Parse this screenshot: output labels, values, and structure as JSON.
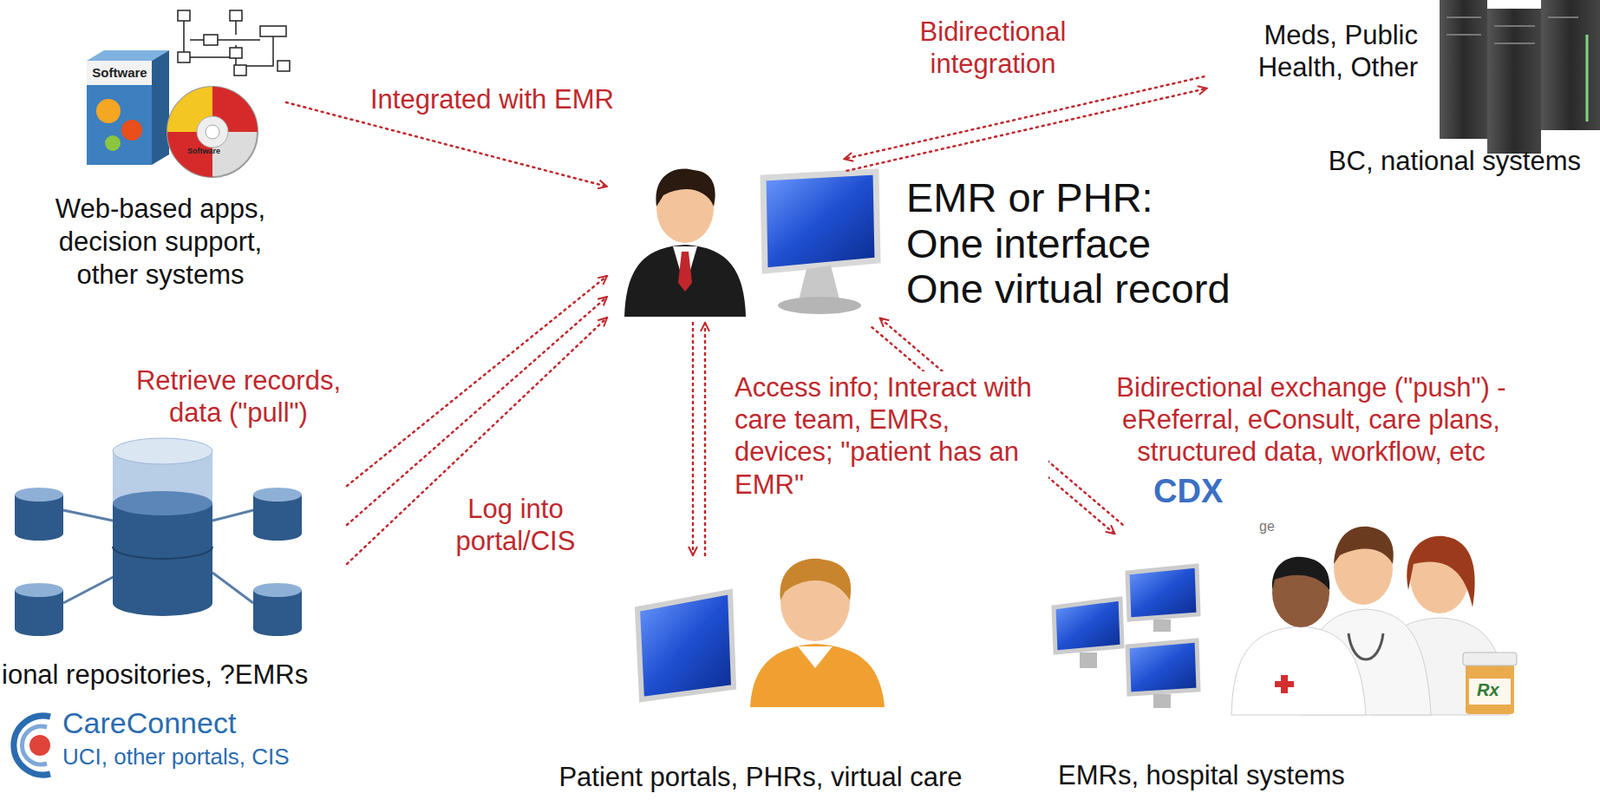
{
  "diagram": {
    "nodes": [
      {
        "text": [
          "Web-based apps, decision support, other systems"
        ]
      },
      {
        "text": [
          "EMR or PHR:",
          "One interface",
          "One virtual record"
        ]
      },
      {
        "text": [
          "Meds, Public Health, Other",
          "BC, national systems"
        ]
      },
      {
        "text": [
          "ional repositories, ?EMRs",
          "CareConnect",
          "UCI, other portals, CIS"
        ]
      },
      {
        "text": [
          "Patient portals, PHRs, virtual care"
        ]
      },
      {
        "text": [
          "EMRs, hospital systems"
        ]
      }
    ],
    "edges": [
      {
        "from": 0,
        "to": 1,
        "arrow": "to",
        "label": "Integrated with EMR"
      },
      {
        "from": 2,
        "to": 1,
        "arrow": "both",
        "label": "Bidirectional integration"
      },
      {
        "from": 3,
        "to": 1,
        "arrow": "to",
        "label": "Retrieve records, data (\"pull\")"
      },
      {
        "from": 3,
        "to": 1,
        "arrow": "to"
      },
      {
        "from": 3,
        "to": 1,
        "arrow": "to",
        "label": "Log into portal/CIS"
      },
      {
        "from": 1,
        "to": 4,
        "arrow": "both",
        "label": "Access info; Interact with care team, EMRs, devices; \"patient has an EMR\""
      },
      {
        "from": 1,
        "to": 5,
        "arrow": "both",
        "label": "Bidirectional exchange (\"push\") - eReferral, eConsult, care plans, structured data, workflow, etc"
      }
    ],
    "labels": [
      "Software",
      "Software",
      "CDX",
      "ge",
      "Rx"
    ]
  }
}
